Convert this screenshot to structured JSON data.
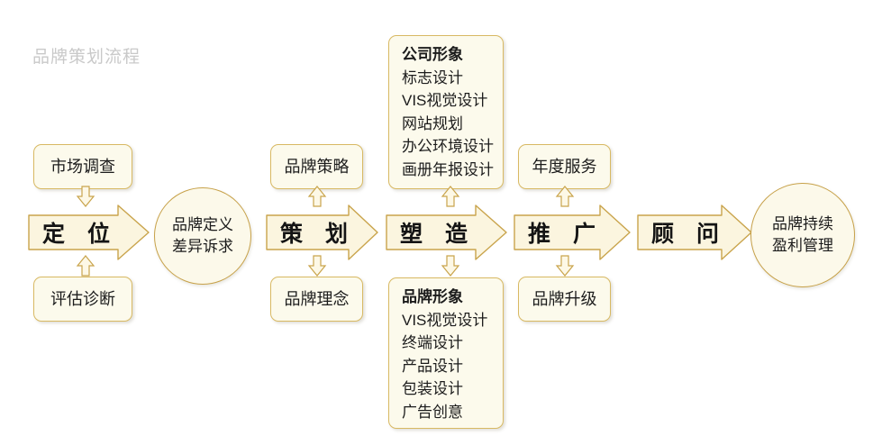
{
  "diagram": {
    "title": "品牌策划流程",
    "title_color": "#c9c9c9",
    "palette": {
      "box_fill": "#fcfaec",
      "box_border": "#d8b963",
      "arrow_fill": "#fbf5df",
      "arrow_border": "#c9a44c",
      "circle_fill": "#fcf9ea",
      "circle_border": "#c7a149",
      "text": "#1c1c1c",
      "background": "#ffffff"
    },
    "stages": [
      {
        "id": "stage-1",
        "arrow_label": "定 位",
        "top_box": {
          "lines": [
            "市场调查"
          ]
        },
        "bottom_box": {
          "lines": [
            "评估诊断"
          ]
        },
        "top_connector": "down-arrow-icon",
        "bottom_connector": "up-arrow-icon"
      },
      {
        "id": "stage-2",
        "arrow_label": "策 划",
        "top_box": {
          "lines": [
            "品牌策略"
          ]
        },
        "bottom_box": {
          "lines": [
            "品牌理念"
          ]
        },
        "top_connector": "up-arrow-icon",
        "bottom_connector": "down-arrow-icon"
      },
      {
        "id": "stage-3",
        "arrow_label": "塑 造",
        "top_box": {
          "heading": "公司形象",
          "lines": [
            "标志设计",
            "VIS视觉设计",
            "网站规划",
            "办公环境设计",
            "画册年报设计"
          ]
        },
        "bottom_box": {
          "heading": "品牌形象",
          "lines": [
            "VIS视觉设计",
            "终端设计",
            "产品设计",
            "包装设计",
            "广告创意"
          ]
        },
        "top_connector": "up-arrow-icon",
        "bottom_connector": "down-arrow-icon"
      },
      {
        "id": "stage-4",
        "arrow_label": "推 广",
        "top_box": {
          "lines": [
            "年度服务"
          ]
        },
        "bottom_box": {
          "lines": [
            "品牌升级"
          ]
        },
        "top_connector": "up-arrow-icon",
        "bottom_connector": "down-arrow-icon"
      },
      {
        "id": "stage-5",
        "arrow_label": "顾 问",
        "top_box": null,
        "bottom_box": null,
        "top_connector": null,
        "bottom_connector": null
      }
    ],
    "circles": [
      {
        "id": "circle-1",
        "lines": [
          "品牌定义",
          "差异诉求"
        ]
      },
      {
        "id": "circle-2",
        "lines": [
          "品牌持续",
          "盈利管理"
        ]
      }
    ]
  }
}
